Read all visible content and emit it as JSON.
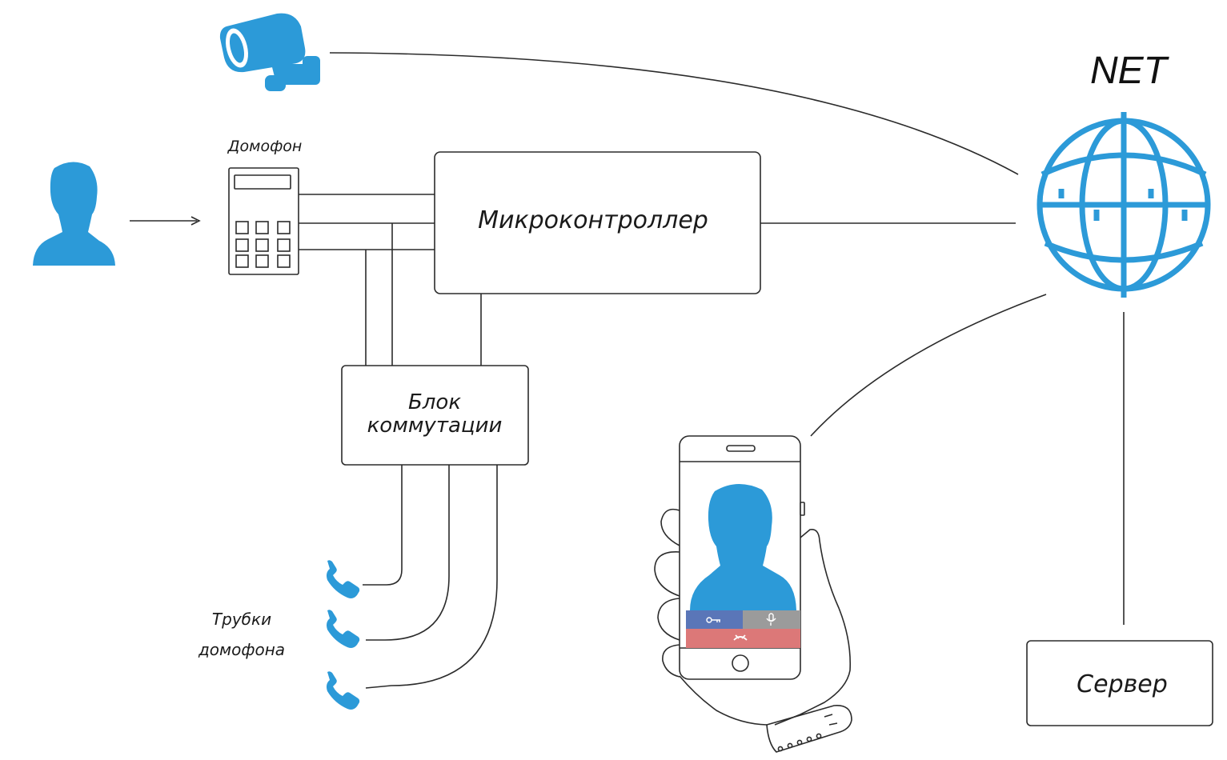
{
  "labels": {
    "net": "NET",
    "intercom": "Домофон",
    "microcontroller": "Микроконтроллер",
    "switch_block_line1": "Блок",
    "switch_block_line2": "коммутации",
    "handsets_line1": "Трубки",
    "handsets_line2": "домофона",
    "server": "Сервер"
  },
  "colors": {
    "accent": "#2c9ad8",
    "line": "#2b2b2b",
    "phone_key_button": "#5a76b8",
    "phone_mic_button": "#9b9b9b",
    "phone_hangup_button": "#dc7878"
  },
  "icons": {
    "camera": "cctv-camera-icon",
    "visitor": "person-icon",
    "network": "globe-icon",
    "handset": "phone-handset-icon",
    "key": "key-icon",
    "mic": "microphone-icon",
    "hangup": "hangup-icon"
  }
}
